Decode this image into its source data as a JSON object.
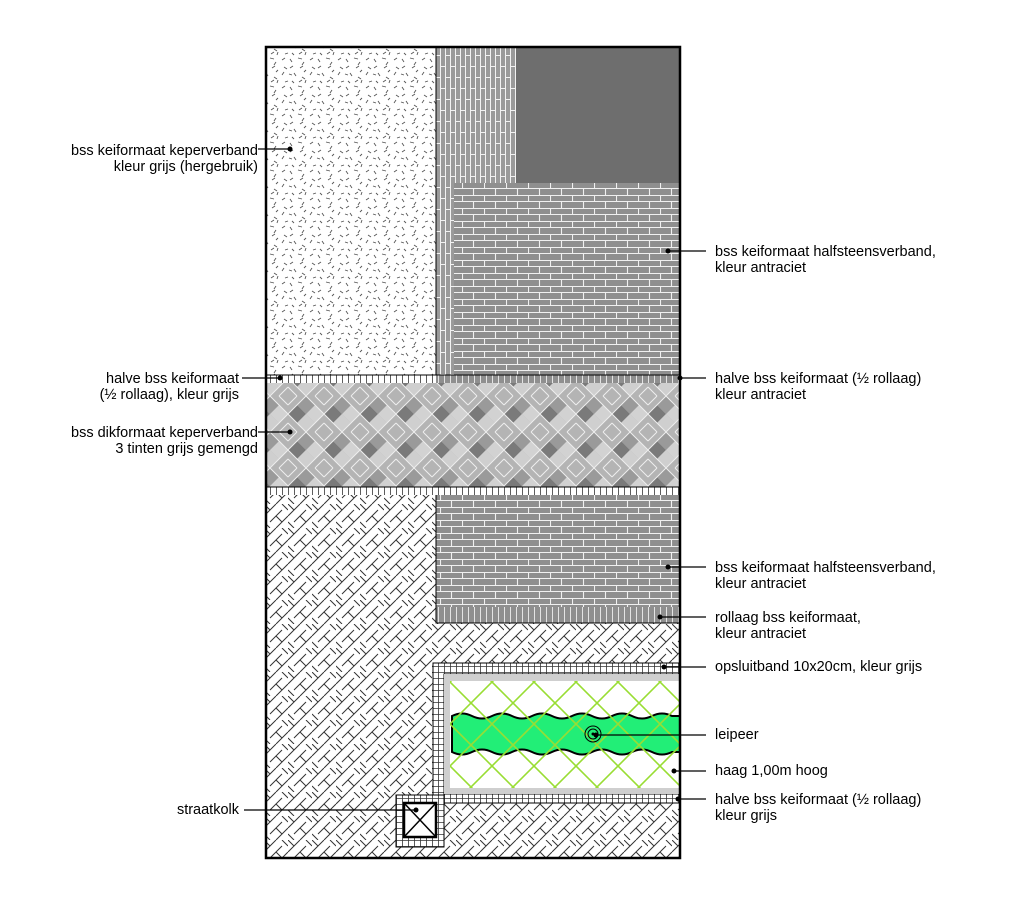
{
  "labels": {
    "keperverband_grijs": [
      "bss keiformaat keperverband",
      "kleur grijs (hergebruik)"
    ],
    "halve_grijs_left": [
      "halve bss keiformaat",
      "(½ rollaag), kleur grijs"
    ],
    "dikformaat": [
      "bss dikformaat keperverband",
      "3 tinten grijs gemengd"
    ],
    "straatkolk": [
      "straatkolk"
    ],
    "halfsteens_top": [
      "bss keiformaat halfsteensverband,",
      "kleur antraciet"
    ],
    "halve_antraciet": [
      "halve bss keiformaat (½ rollaag)",
      "kleur antraciet"
    ],
    "halfsteens_mid": [
      "bss keiformaat halfsteensverband,",
      "kleur antraciet"
    ],
    "rollaag": [
      "rollaag bss keiformaat,",
      "kleur antraciet"
    ],
    "opsluitband": [
      "opsluitband 10x20cm, kleur grijs"
    ],
    "leipeer": [
      "leipeer"
    ],
    "haag": [
      "haag 1,00m hoog"
    ],
    "halve_grijs_right": [
      "halve bss keiformaat (½ rollaag)",
      "kleur grijs"
    ]
  },
  "colors": {
    "antraciet": "#8f8f8f",
    "dark_area": "#6e6e6e",
    "hedge_green": "#22ee77",
    "hedge_lines": "#99dd33",
    "outline": "#000000"
  }
}
